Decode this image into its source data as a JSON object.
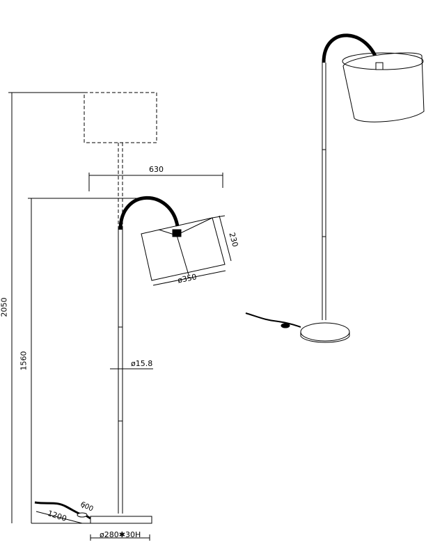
{
  "dimensions": {
    "total_height": "2050",
    "arm_height": "1560",
    "reach": "630",
    "shade_height": "230",
    "shade_diameter": "ø350",
    "pole_diameter": "ø15.8",
    "cable_length": "1200",
    "switch_distance": "600",
    "base": "ø280✱30H"
  },
  "colors": {
    "line": "#000000",
    "background": "#ffffff"
  }
}
